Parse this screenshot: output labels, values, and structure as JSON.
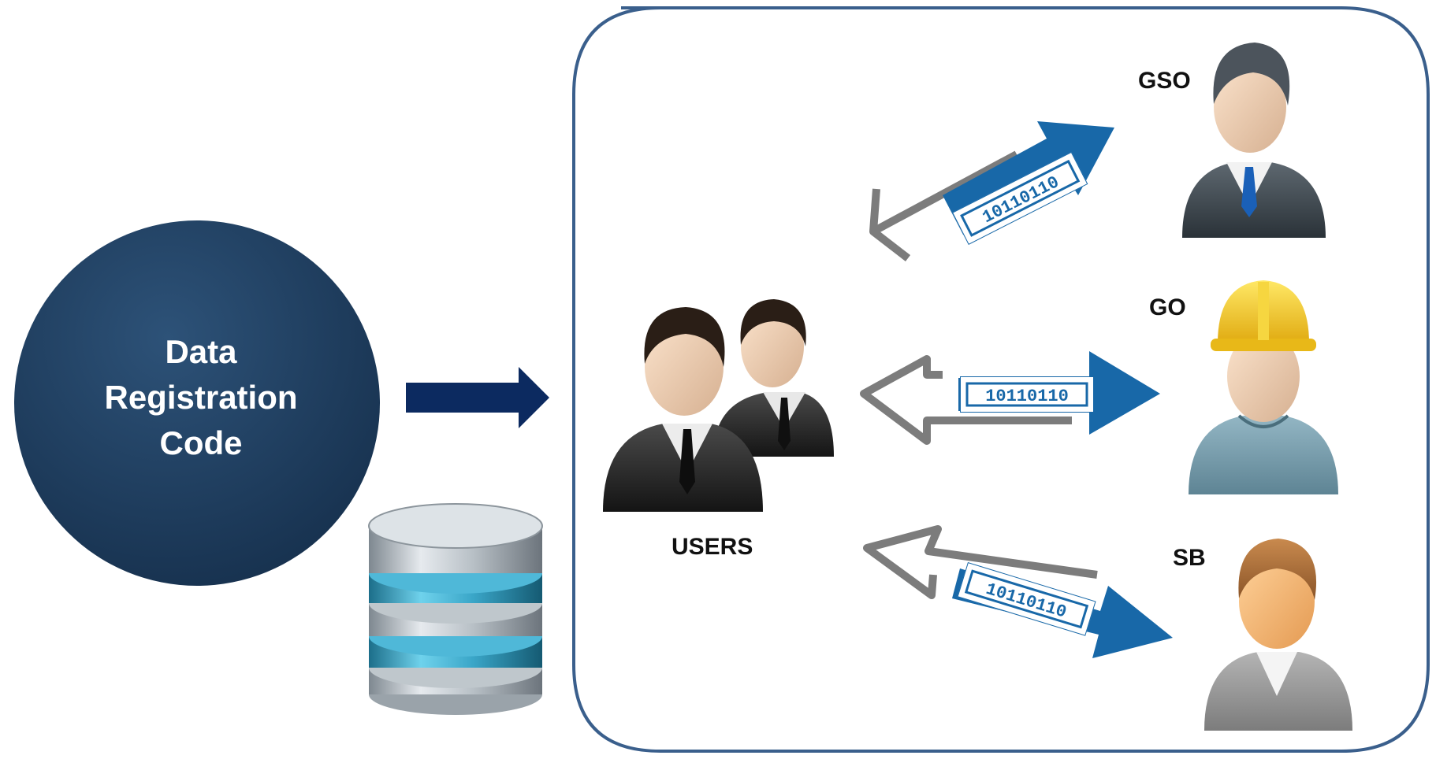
{
  "source_node": {
    "lines": [
      "Data",
      "Registration",
      "Code"
    ]
  },
  "nodes": {
    "users": {
      "label": "USERS",
      "icon": "users-group-icon"
    },
    "gso": {
      "label": "GSO",
      "icon": "businessman-icon"
    },
    "go": {
      "label": "GO",
      "icon": "construction-worker-icon"
    },
    "sb": {
      "label": "SB",
      "icon": "person-icon"
    }
  },
  "binary_text": "10110110",
  "colors": {
    "circle": "#1f3e5e",
    "flow_arrow": "#0c2a60",
    "panel_border": "#3a5f8c",
    "exchange_arrow": "#1868a8",
    "return_arrow": "#7c7c7c",
    "database_band": "#3aa6c8"
  }
}
